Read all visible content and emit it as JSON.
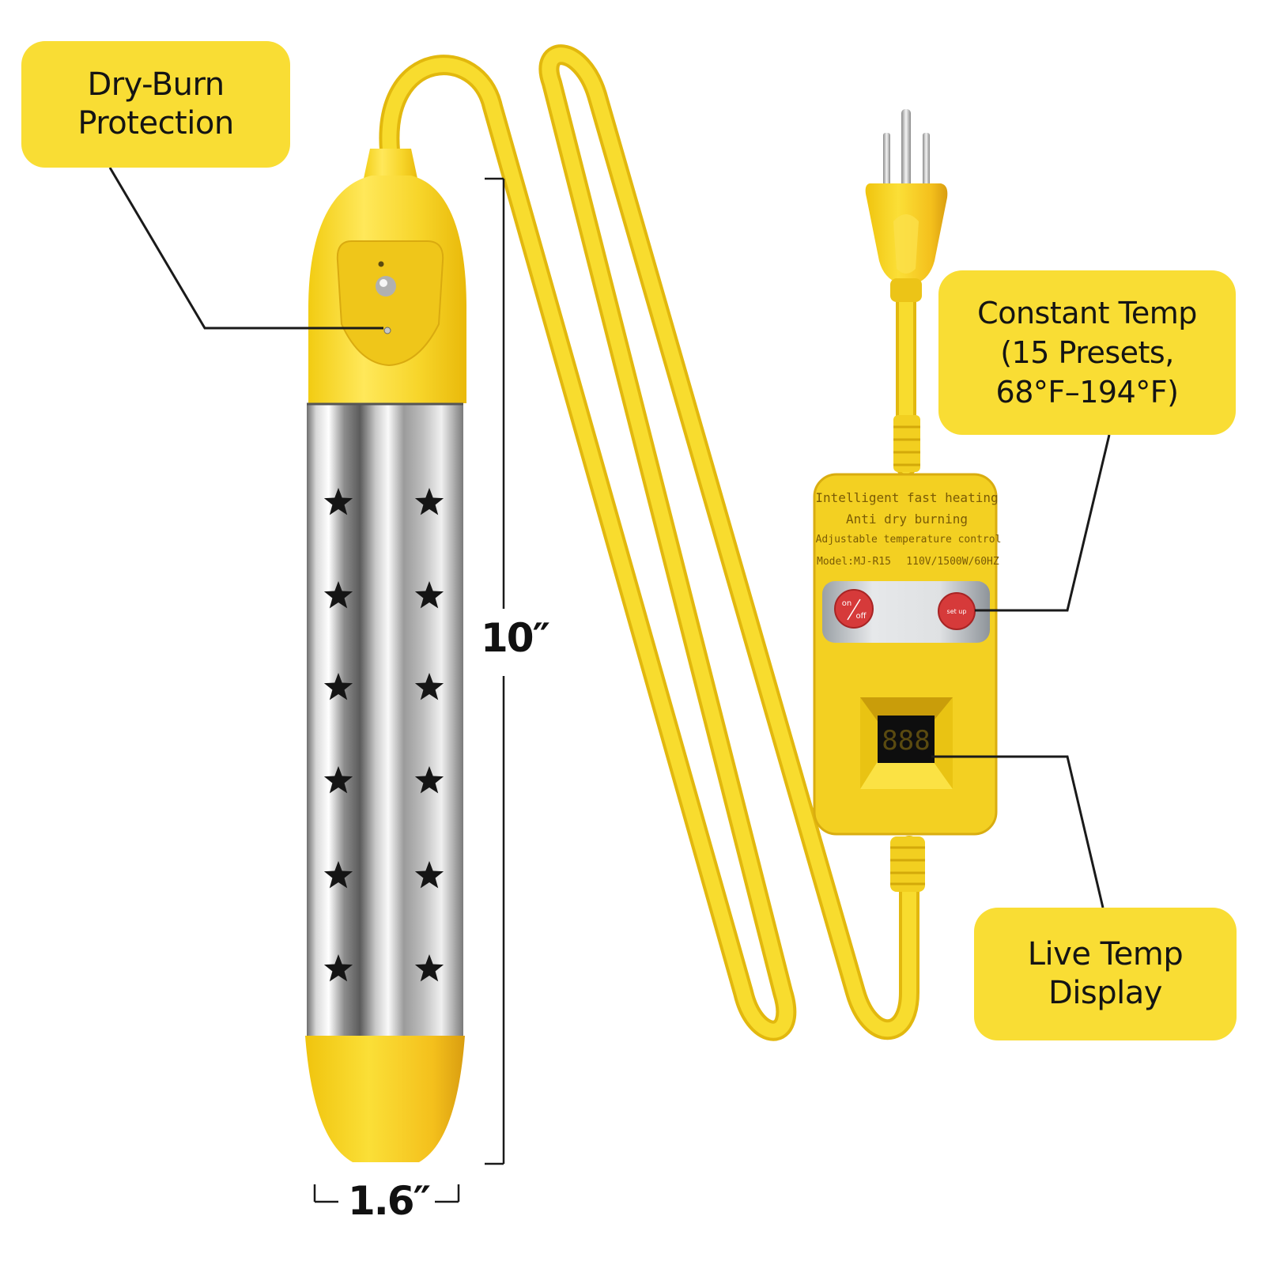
{
  "callouts": {
    "dry_burn": {
      "line1": "Dry-Burn",
      "line2": "Protection"
    },
    "constant_temp": {
      "line1": "Constant Temp",
      "line2": "(15 Presets,",
      "line3": "68°F–194°F)"
    },
    "live_temp": {
      "line1": "Live Temp",
      "line2": "Display"
    }
  },
  "dimensions": {
    "height": "10″",
    "width": "1.6″"
  },
  "controller": {
    "label_line1": "Intelligent fast heating",
    "label_line2": "Anti dry burning",
    "label_line3": "Adjustable temperature control",
    "label_model": "Model:MJ-R15",
    "label_rating": "110V/1500W/60HZ",
    "btn_on": "on",
    "btn_off": "off",
    "btn_setup": "set up",
    "display": "888"
  },
  "colors": {
    "yellow": "#f9dd34",
    "cord": "#f6d626",
    "steel_light": "#e9e9e9",
    "steel_dark": "#6b6b6b",
    "button_red": "#d63a3a",
    "display_digits": "#5a4a10"
  }
}
